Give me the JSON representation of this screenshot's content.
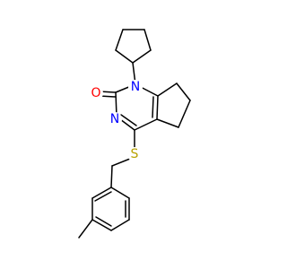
{
  "atoms": {
    "n1": {
      "label": "N",
      "color": "#0000ff"
    },
    "o": {
      "label": "O",
      "color": "#ff0000"
    },
    "n3": {
      "label": "N",
      "color": "#0000ff"
    },
    "s": {
      "label": "S",
      "color": "#b8a200"
    }
  }
}
